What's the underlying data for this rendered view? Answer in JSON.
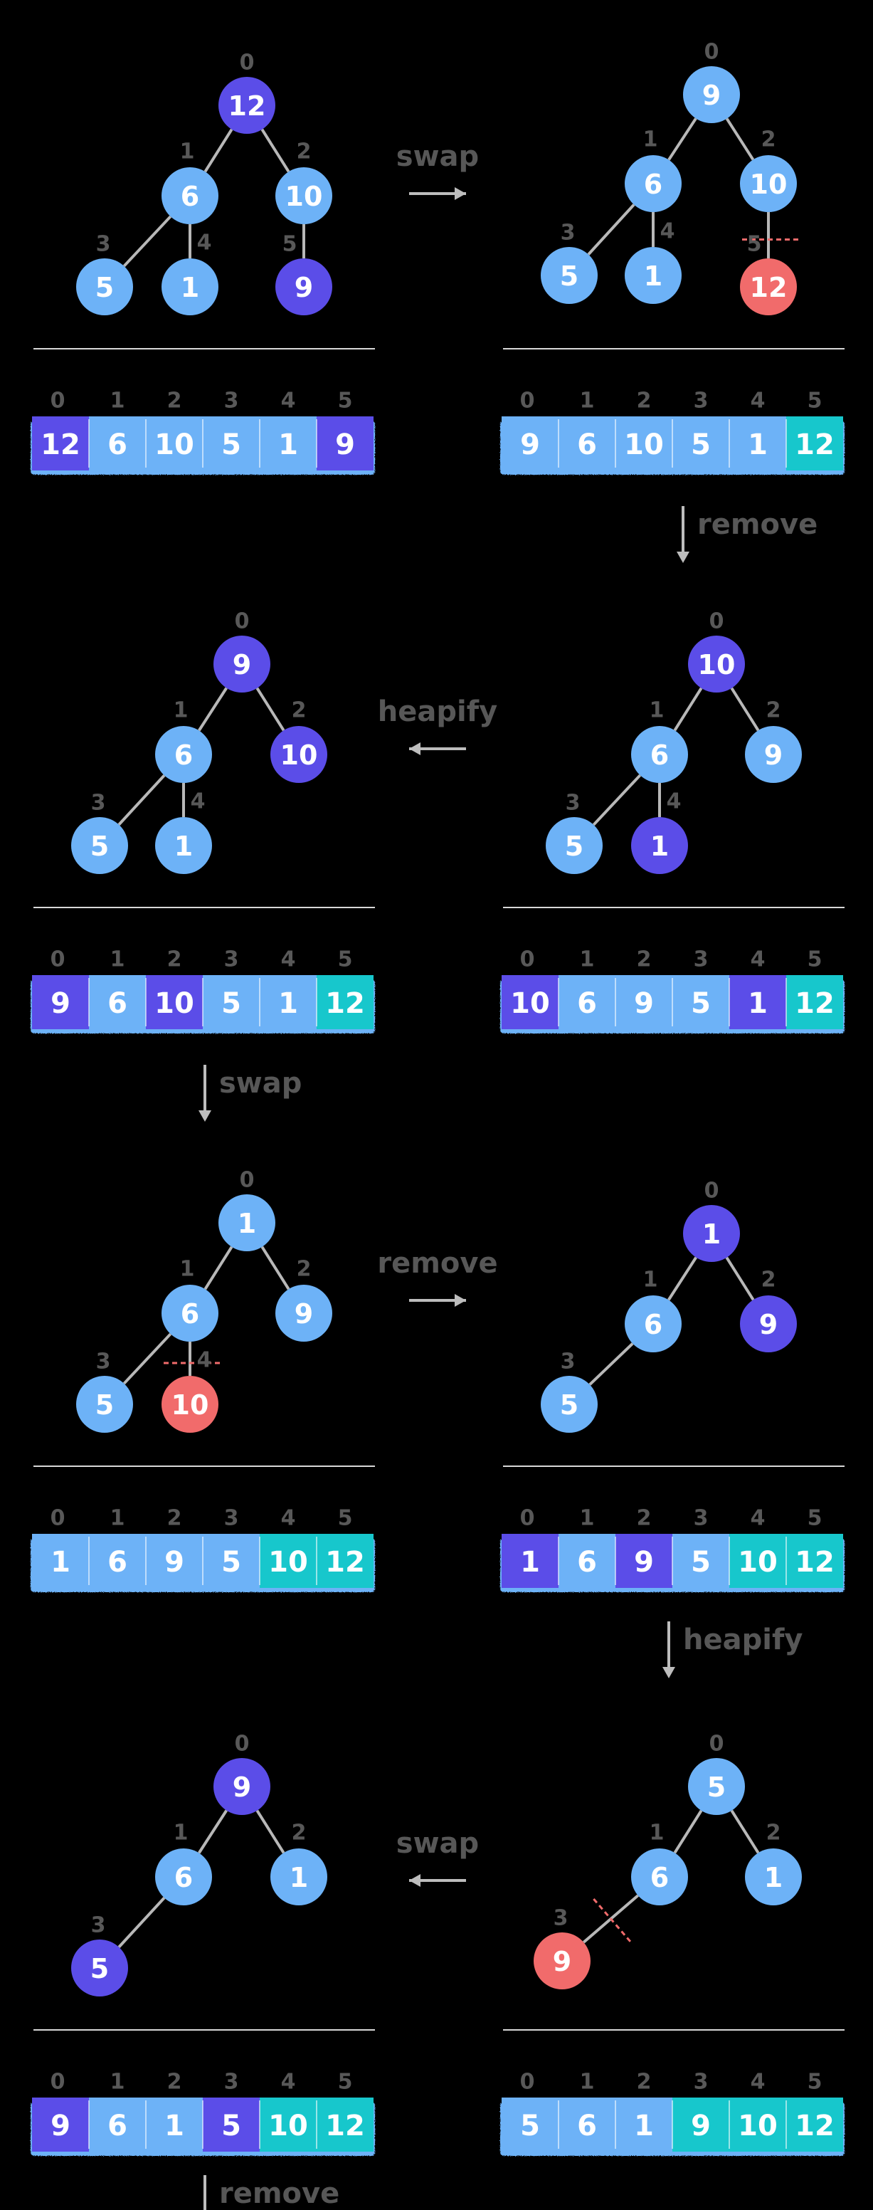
{
  "colors": {
    "background": "#000000",
    "normal": "#6db2f7",
    "active": "#5b4de8",
    "removed": "#f16b6b",
    "sorted": "#17c7cc",
    "edge": "#b8b8b8",
    "index": "#585858",
    "operation": "#575757",
    "separator": "#d8d8d8",
    "cut": "#f16b6b"
  },
  "steps": [
    {
      "id": "step-1",
      "nodes": [
        {
          "index": "0",
          "value": "12",
          "state": "active"
        },
        {
          "index": "1",
          "value": "6",
          "state": "normal"
        },
        {
          "index": "2",
          "value": "10",
          "state": "normal"
        },
        {
          "index": "3",
          "value": "5",
          "state": "normal"
        },
        {
          "index": "4",
          "value": "1",
          "state": "normal"
        },
        {
          "index": "5",
          "value": "9",
          "state": "active"
        }
      ],
      "array": [
        {
          "index": "0",
          "value": "12",
          "state": "active"
        },
        {
          "index": "1",
          "value": "6",
          "state": "normal"
        },
        {
          "index": "2",
          "value": "10",
          "state": "normal"
        },
        {
          "index": "3",
          "value": "5",
          "state": "normal"
        },
        {
          "index": "4",
          "value": "1",
          "state": "normal"
        },
        {
          "index": "5",
          "value": "9",
          "state": "active"
        }
      ]
    },
    {
      "id": "step-2",
      "cut_below_node": "5",
      "nodes": [
        {
          "index": "0",
          "value": "9",
          "state": "normal"
        },
        {
          "index": "1",
          "value": "6",
          "state": "normal"
        },
        {
          "index": "2",
          "value": "10",
          "state": "normal"
        },
        {
          "index": "3",
          "value": "5",
          "state": "normal"
        },
        {
          "index": "4",
          "value": "1",
          "state": "normal"
        },
        {
          "index": "5",
          "value": "12",
          "state": "removed"
        }
      ],
      "array": [
        {
          "index": "0",
          "value": "9",
          "state": "normal"
        },
        {
          "index": "1",
          "value": "6",
          "state": "normal"
        },
        {
          "index": "2",
          "value": "10",
          "state": "normal"
        },
        {
          "index": "3",
          "value": "5",
          "state": "normal"
        },
        {
          "index": "4",
          "value": "1",
          "state": "normal"
        },
        {
          "index": "5",
          "value": "12",
          "state": "sorted"
        }
      ]
    },
    {
      "id": "step-3",
      "nodes": [
        {
          "index": "0",
          "value": "9",
          "state": "active"
        },
        {
          "index": "1",
          "value": "6",
          "state": "normal"
        },
        {
          "index": "2",
          "value": "10",
          "state": "active"
        },
        {
          "index": "3",
          "value": "5",
          "state": "normal"
        },
        {
          "index": "4",
          "value": "1",
          "state": "normal"
        }
      ],
      "array": [
        {
          "index": "0",
          "value": "9",
          "state": "active"
        },
        {
          "index": "1",
          "value": "6",
          "state": "normal"
        },
        {
          "index": "2",
          "value": "10",
          "state": "active"
        },
        {
          "index": "3",
          "value": "5",
          "state": "normal"
        },
        {
          "index": "4",
          "value": "1",
          "state": "normal"
        },
        {
          "index": "5",
          "value": "12",
          "state": "sorted"
        }
      ]
    },
    {
      "id": "step-4",
      "nodes": [
        {
          "index": "0",
          "value": "10",
          "state": "active"
        },
        {
          "index": "1",
          "value": "6",
          "state": "normal"
        },
        {
          "index": "2",
          "value": "9",
          "state": "normal"
        },
        {
          "index": "3",
          "value": "5",
          "state": "normal"
        },
        {
          "index": "4",
          "value": "1",
          "state": "active"
        }
      ],
      "array": [
        {
          "index": "0",
          "value": "10",
          "state": "active"
        },
        {
          "index": "1",
          "value": "6",
          "state": "normal"
        },
        {
          "index": "2",
          "value": "9",
          "state": "normal"
        },
        {
          "index": "3",
          "value": "5",
          "state": "normal"
        },
        {
          "index": "4",
          "value": "1",
          "state": "active"
        },
        {
          "index": "5",
          "value": "12",
          "state": "sorted"
        }
      ]
    },
    {
      "id": "step-5",
      "cut_below_node": "4",
      "nodes": [
        {
          "index": "0",
          "value": "1",
          "state": "normal"
        },
        {
          "index": "1",
          "value": "6",
          "state": "normal"
        },
        {
          "index": "2",
          "value": "9",
          "state": "normal"
        },
        {
          "index": "3",
          "value": "5",
          "state": "normal"
        },
        {
          "index": "4",
          "value": "10",
          "state": "removed"
        }
      ],
      "array": [
        {
          "index": "0",
          "value": "1",
          "state": "normal"
        },
        {
          "index": "1",
          "value": "6",
          "state": "normal"
        },
        {
          "index": "2",
          "value": "9",
          "state": "normal"
        },
        {
          "index": "3",
          "value": "5",
          "state": "normal"
        },
        {
          "index": "4",
          "value": "10",
          "state": "sorted"
        },
        {
          "index": "5",
          "value": "12",
          "state": "sorted"
        }
      ]
    },
    {
      "id": "step-6",
      "nodes": [
        {
          "index": "0",
          "value": "1",
          "state": "active"
        },
        {
          "index": "1",
          "value": "6",
          "state": "normal"
        },
        {
          "index": "2",
          "value": "9",
          "state": "active"
        },
        {
          "index": "3",
          "value": "5",
          "state": "normal"
        }
      ],
      "array": [
        {
          "index": "0",
          "value": "1",
          "state": "active"
        },
        {
          "index": "1",
          "value": "6",
          "state": "normal"
        },
        {
          "index": "2",
          "value": "9",
          "state": "active"
        },
        {
          "index": "3",
          "value": "5",
          "state": "normal"
        },
        {
          "index": "4",
          "value": "10",
          "state": "sorted"
        },
        {
          "index": "5",
          "value": "12",
          "state": "sorted"
        }
      ]
    },
    {
      "id": "step-7",
      "nodes": [
        {
          "index": "0",
          "value": "9",
          "state": "active"
        },
        {
          "index": "1",
          "value": "6",
          "state": "normal"
        },
        {
          "index": "2",
          "value": "1",
          "state": "normal"
        },
        {
          "index": "3",
          "value": "5",
          "state": "active"
        }
      ],
      "array": [
        {
          "index": "0",
          "value": "9",
          "state": "active"
        },
        {
          "index": "1",
          "value": "6",
          "state": "normal"
        },
        {
          "index": "2",
          "value": "1",
          "state": "normal"
        },
        {
          "index": "3",
          "value": "5",
          "state": "active"
        },
        {
          "index": "4",
          "value": "10",
          "state": "sorted"
        },
        {
          "index": "5",
          "value": "12",
          "state": "sorted"
        }
      ]
    },
    {
      "id": "step-8",
      "cut_below_node": "3",
      "nodes": [
        {
          "index": "0",
          "value": "5",
          "state": "normal"
        },
        {
          "index": "1",
          "value": "6",
          "state": "normal"
        },
        {
          "index": "2",
          "value": "1",
          "state": "normal"
        },
        {
          "index": "3",
          "value": "9",
          "state": "removed"
        }
      ],
      "array": [
        {
          "index": "0",
          "value": "5",
          "state": "normal"
        },
        {
          "index": "1",
          "value": "6",
          "state": "normal"
        },
        {
          "index": "2",
          "value": "1",
          "state": "normal"
        },
        {
          "index": "3",
          "value": "9",
          "state": "sorted"
        },
        {
          "index": "4",
          "value": "10",
          "state": "sorted"
        },
        {
          "index": "5",
          "value": "12",
          "state": "sorted"
        }
      ]
    }
  ],
  "operations": [
    {
      "id": "op-1",
      "label": "swap",
      "direction": "right"
    },
    {
      "id": "op-2",
      "label": "remove",
      "direction": "down"
    },
    {
      "id": "op-3",
      "label": "heapify",
      "direction": "left"
    },
    {
      "id": "op-4",
      "label": "swap",
      "direction": "down"
    },
    {
      "id": "op-5",
      "label": "remove",
      "direction": "right"
    },
    {
      "id": "op-6",
      "label": "heapify",
      "direction": "down"
    },
    {
      "id": "op-7",
      "label": "swap",
      "direction": "left"
    },
    {
      "id": "op-8",
      "label": "remove",
      "direction": "down"
    }
  ]
}
